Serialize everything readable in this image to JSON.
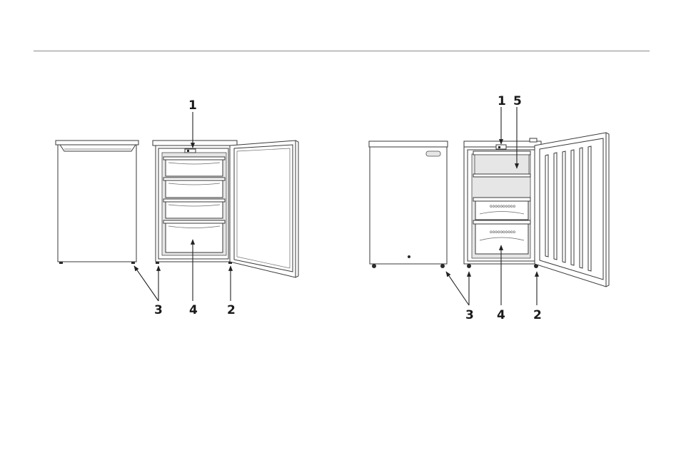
{
  "figure_left": {
    "callouts": {
      "control": "1",
      "hinge": "2",
      "feet": "3",
      "drawers": "4"
    }
  },
  "figure_right": {
    "callouts": {
      "control": "1",
      "shelf": "5",
      "feet": "3",
      "drawers": "4",
      "hinge": "2"
    }
  }
}
